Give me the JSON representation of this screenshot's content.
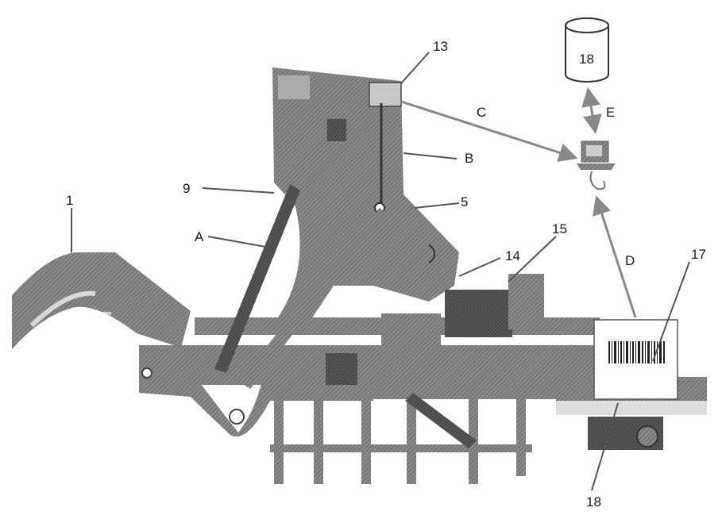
{
  "labels": {
    "conveyor": "1",
    "arm": "9",
    "line_a": "A",
    "panel": "13",
    "line_b": "B",
    "line_c": "C",
    "pivot": "5",
    "part_14": "14",
    "part_15": "15",
    "database": "18",
    "link_e": "E",
    "link_d": "D",
    "barcode": "17",
    "label_bottom": "18"
  },
  "colors": {
    "machine": "#7a7a7a",
    "machine_dark": "#4a4a4a",
    "arrow": "#888888"
  }
}
